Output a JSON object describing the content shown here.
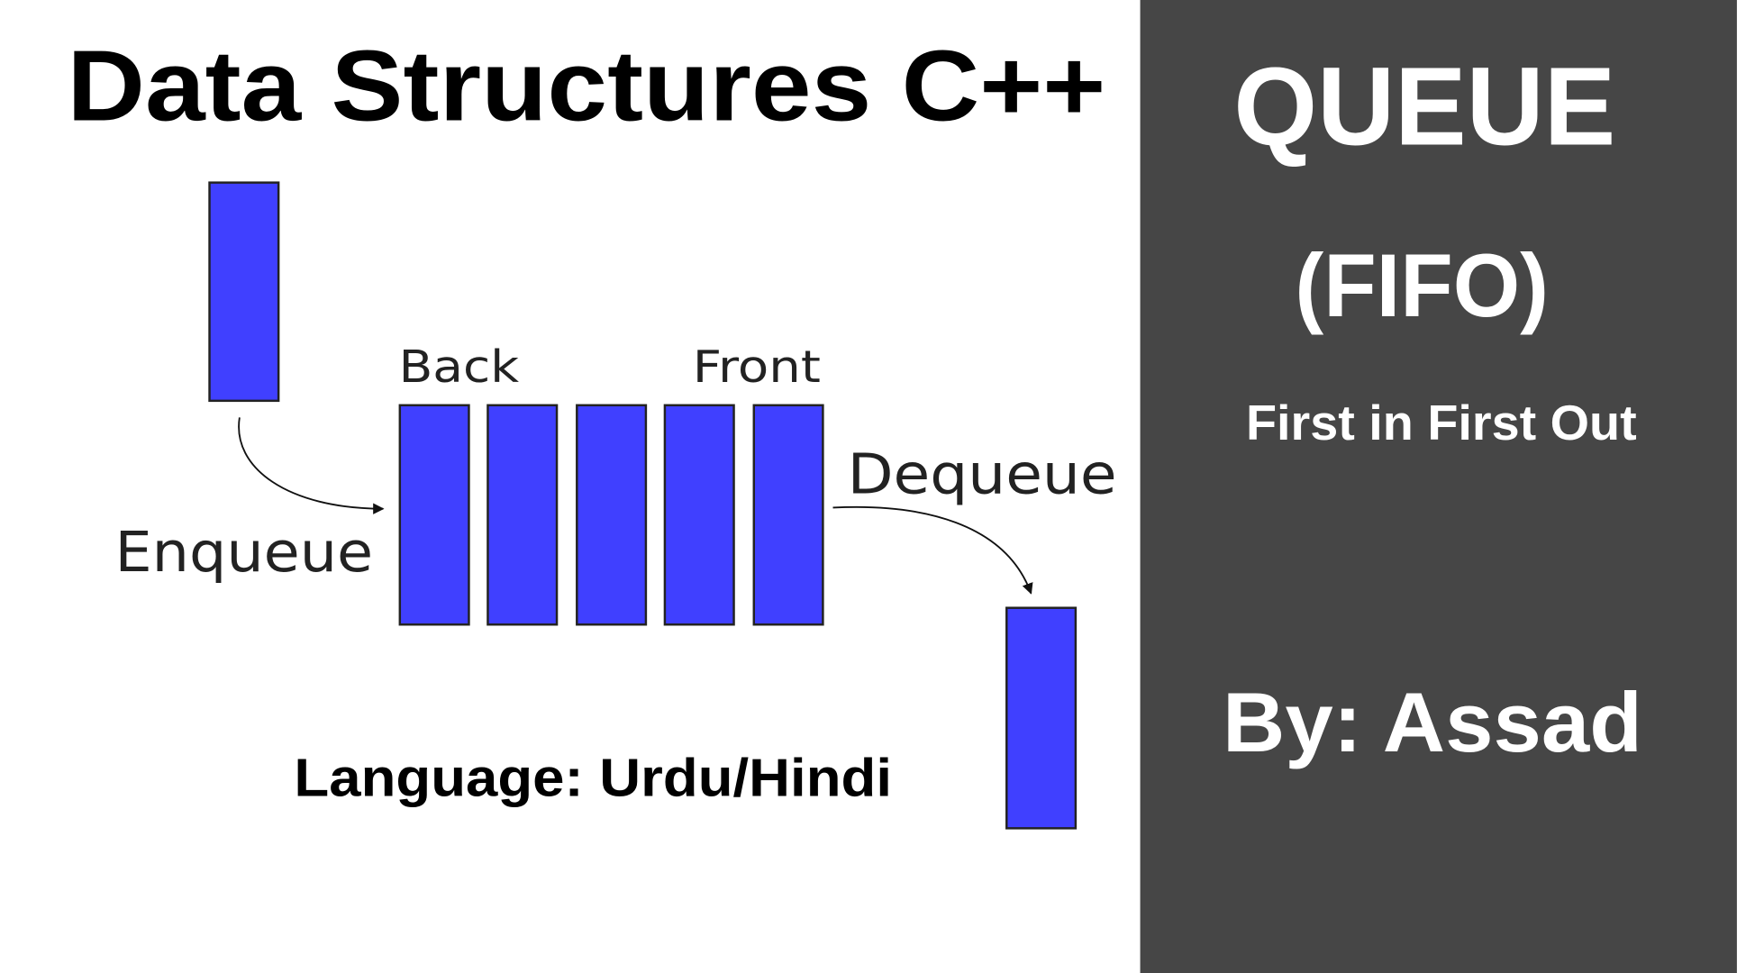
{
  "title": "Data Structures C++",
  "diagram": {
    "back_label": "Back",
    "front_label": "Front",
    "enqueue_label": "Enqueue",
    "dequeue_label": "Dequeue",
    "block_color": "#4040ff"
  },
  "language": "Language: Urdu/Hindi",
  "panel": {
    "background": "#464646",
    "heading": "QUEUE",
    "acronym": "(FIFO)",
    "subtitle": "First in First Out",
    "author": "By: Assad"
  }
}
